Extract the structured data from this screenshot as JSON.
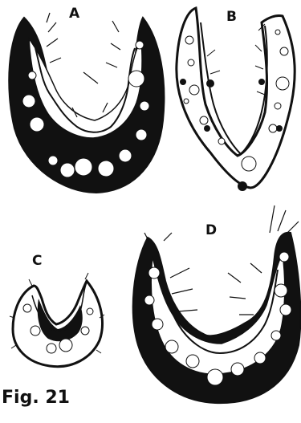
{
  "figure": {
    "caption": "Fig. 21",
    "panels": [
      {
        "label": "A"
      },
      {
        "label": "B"
      },
      {
        "label": "C"
      },
      {
        "label": "D"
      }
    ]
  },
  "colors": {
    "ink": "#111111",
    "paper": "#ffffff"
  }
}
